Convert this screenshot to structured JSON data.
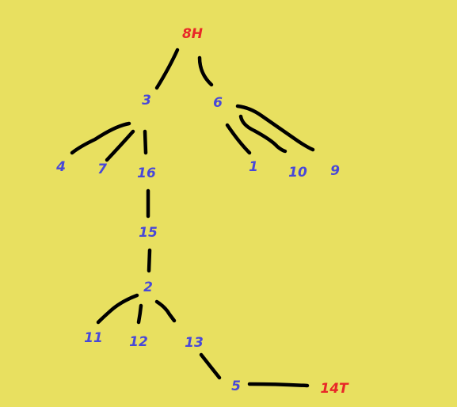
{
  "colors": {
    "background": "#e8e060",
    "node": "#4848d8",
    "terminal_node": "#e82828",
    "edge": "#000000"
  },
  "nodes": [
    {
      "id": "8",
      "label": "8H",
      "kind": "terminal"
    },
    {
      "id": "3",
      "label": "3",
      "kind": "normal"
    },
    {
      "id": "6",
      "label": "6",
      "kind": "normal"
    },
    {
      "id": "4",
      "label": "4",
      "kind": "normal"
    },
    {
      "id": "7",
      "label": "7",
      "kind": "normal"
    },
    {
      "id": "16",
      "label": "16",
      "kind": "normal"
    },
    {
      "id": "1",
      "label": "1",
      "kind": "normal"
    },
    {
      "id": "10",
      "label": "10",
      "kind": "normal"
    },
    {
      "id": "9",
      "label": "9",
      "kind": "normal"
    },
    {
      "id": "15",
      "label": "15",
      "kind": "normal"
    },
    {
      "id": "2",
      "label": "2",
      "kind": "normal"
    },
    {
      "id": "11",
      "label": "11",
      "kind": "normal"
    },
    {
      "id": "12",
      "label": "12",
      "kind": "normal"
    },
    {
      "id": "13",
      "label": "13",
      "kind": "normal"
    },
    {
      "id": "5",
      "label": "5",
      "kind": "normal"
    },
    {
      "id": "14",
      "label": "14T",
      "kind": "terminal"
    }
  ],
  "edges": [
    {
      "from": "8",
      "to": "3"
    },
    {
      "from": "8",
      "to": "6"
    },
    {
      "from": "3",
      "to": "4"
    },
    {
      "from": "3",
      "to": "7"
    },
    {
      "from": "3",
      "to": "16"
    },
    {
      "from": "6",
      "to": "1"
    },
    {
      "from": "6",
      "to": "10"
    },
    {
      "from": "6",
      "to": "9"
    },
    {
      "from": "16",
      "to": "15"
    },
    {
      "from": "15",
      "to": "2"
    },
    {
      "from": "2",
      "to": "11"
    },
    {
      "from": "2",
      "to": "12"
    },
    {
      "from": "2",
      "to": "13"
    },
    {
      "from": "13",
      "to": "5"
    },
    {
      "from": "5",
      "to": "14"
    }
  ]
}
